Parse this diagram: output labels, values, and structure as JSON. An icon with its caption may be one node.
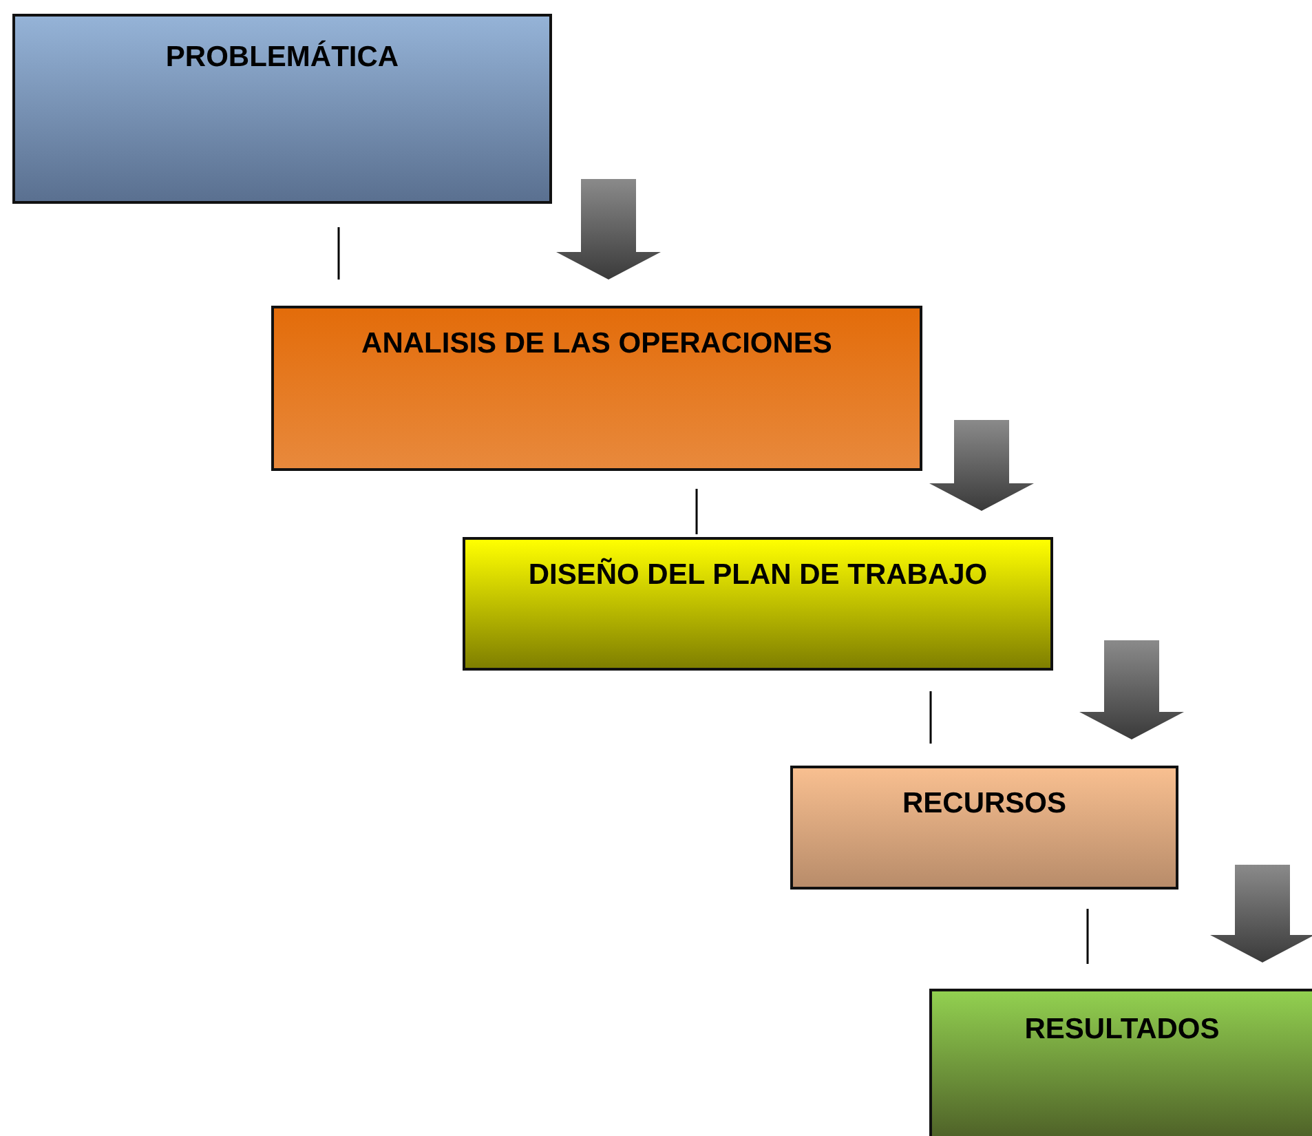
{
  "diagram": {
    "nodes": [
      {
        "text": [
          "PROBLEMÁTICA"
        ]
      },
      {
        "text": [
          "ANALISIS DE LAS OPERACIONES"
        ]
      },
      {
        "text": [
          "DISEÑO DEL PLAN DE TRABAJO"
        ]
      },
      {
        "text": [
          "RECURSOS"
        ]
      },
      {
        "text": [
          "RESULTADOS"
        ]
      }
    ],
    "edges": [
      {
        "from": 0,
        "to": 1,
        "arrow": "to",
        "style": "thick"
      },
      {
        "from": 1,
        "to": 2,
        "arrow": "to",
        "style": "thick"
      },
      {
        "from": 2,
        "to": 3,
        "arrow": "to",
        "style": "thick"
      },
      {
        "from": 3,
        "to": 4,
        "arrow": "to",
        "style": "thick"
      }
    ]
  }
}
